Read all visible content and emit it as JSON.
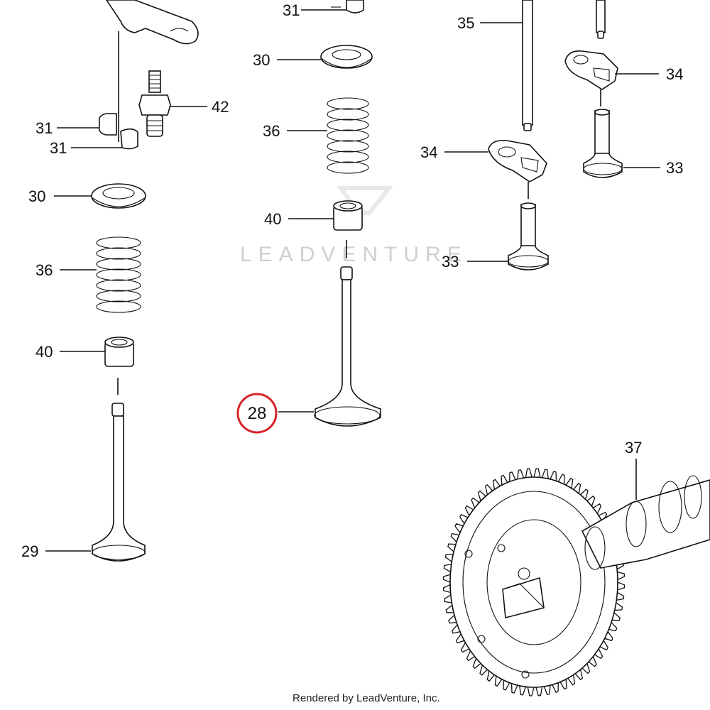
{
  "watermark": "LEADVENTURE",
  "credit": "Rendered by LeadVenture, Inc.",
  "highlight_color": "#d9232a",
  "callouts": {
    "c31_top": "31",
    "c35": "35",
    "c30_mid": "30",
    "c34_right": "34",
    "c42": "42",
    "c31_left_a": "31",
    "c36_mid": "36",
    "c31_left_b": "31",
    "c34_left": "34",
    "c33_right": "33",
    "c30_left": "30",
    "c40_mid": "40",
    "c33_mid": "33",
    "c36_left": "36",
    "c40_left": "40",
    "c28": "28",
    "c37": "37",
    "c29": "29"
  }
}
